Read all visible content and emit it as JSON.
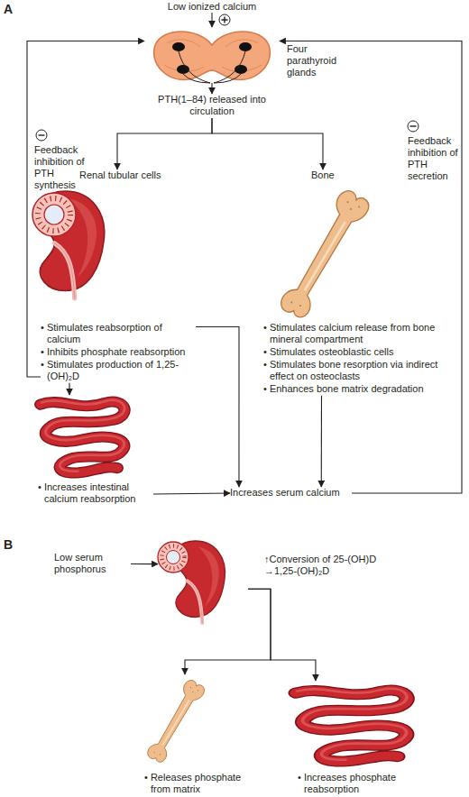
{
  "diagram": {
    "nodes": [
      {
        "text": [
          "Low ionized calcium"
        ]
      },
      {
        "text": [
          "Four parathyroid glands"
        ]
      },
      {
        "text": [
          "PTH(1–84) released into circulation"
        ]
      },
      {
        "text": [
          "Renal tubular cells"
        ]
      },
      {
        "text": [
          "Bone"
        ]
      },
      {
        "text": [
          "• Stimulates reabsorption of calcium",
          "• Inhibits phosphate reabsorption",
          "• Stimulates production of 1,25-(OH)₂D"
        ]
      },
      {
        "text": [
          "• Stimulates calcium release from bone mineral compartment",
          "• Stimulates osteoblastic cells",
          "• Stimulates bone resorption via indirect effect on osteoclasts",
          "• Enhances bone matrix degradation"
        ]
      },
      {
        "text": [
          "• Increases intestinal calcium reabsorption"
        ]
      },
      {
        "text": [
          "Increases serum calcium"
        ]
      },
      {
        "text": [
          "Low serum phosphorus"
        ]
      },
      {
        "text": [
          "↑Conversion of 25-(OH)D →1,25-(OH)₂D"
        ]
      },
      {
        "text": [
          "• Releases phosphate from matrix"
        ]
      },
      {
        "text": [
          "• Increases phosphate reabsorption"
        ]
      }
    ],
    "edges": [
      {
        "from": 0,
        "to": 1,
        "arrow": "to"
      },
      {
        "from": 1,
        "to": 2,
        "arrow": "to"
      },
      {
        "from": 2,
        "to": 3,
        "arrow": "to"
      },
      {
        "from": 2,
        "to": 4,
        "arrow": "to"
      },
      {
        "from": 5,
        "to": 8,
        "arrow": "to"
      },
      {
        "from": 5,
        "to": 7,
        "arrow": "to"
      },
      {
        "from": 5,
        "to": 1,
        "label": "Feedback inhibition of PTH synthesis",
        "arrow": "to"
      },
      {
        "from": 6,
        "to": 8,
        "arrow": "to"
      },
      {
        "from": 7,
        "to": 8,
        "arrow": "to"
      },
      {
        "from": 8,
        "to": 1,
        "label": "Feedback inhibition of PTH secretion",
        "arrow": "to"
      },
      {
        "from": 9,
        "to": 10,
        "arrow": "to"
      },
      {
        "from": 10,
        "to": 11,
        "arrow": "to"
      },
      {
        "from": 10,
        "to": 12,
        "arrow": "to"
      }
    ],
    "labels": [
      "A",
      "B"
    ]
  }
}
